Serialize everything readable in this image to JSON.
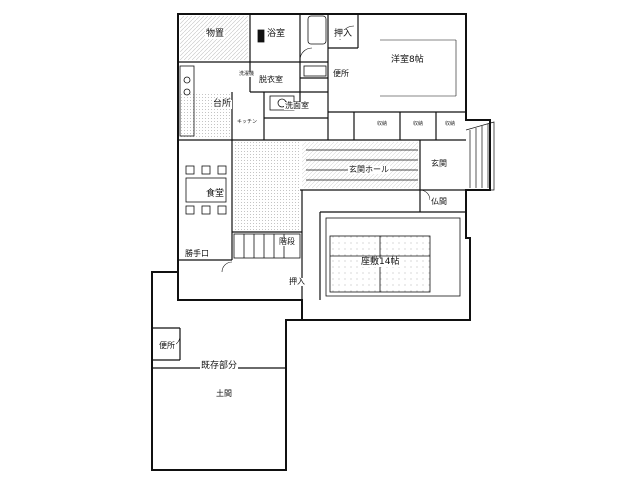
{
  "rooms": {
    "monooki": "物置",
    "yokushitsu": "浴室",
    "oshiire_top": "押入",
    "youshitsu8": "洋室8帖",
    "datsuijo": "脱衣室",
    "benjo_top": "便所",
    "daidokoro": "台所",
    "senmenjo": "洗面室",
    "kitchen": "キッチン",
    "genkan_hall": "玄関ホール",
    "genkan": "玄関",
    "shokudo": "食堂",
    "butsuma": "仏間",
    "kaidan": "階段",
    "zashiki": "座敷14帖",
    "katteguchi": "勝手口",
    "oshiire_mid": "押入",
    "benjo_bottom": "便所",
    "kison": "既存部分",
    "doma": "土間"
  },
  "notes": {
    "storage_a": "収納",
    "storage_b": "収納",
    "storage_c": "収納",
    "closet": "洗濯機"
  }
}
